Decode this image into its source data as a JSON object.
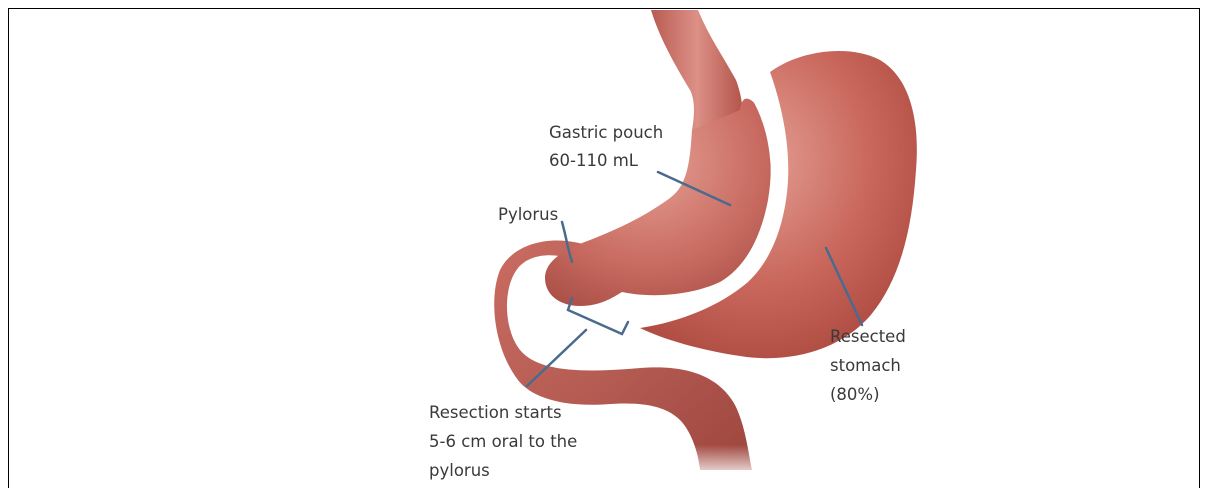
{
  "labels": {
    "gastric_pouch": {
      "line1": "Gastric pouch",
      "line2": "60-110 mL"
    },
    "pylorus": "Pylorus",
    "resected_stomach": {
      "line1": "Resected",
      "line2": "stomach",
      "line3": "(80%)"
    },
    "resection_start": {
      "line1": "Resection starts",
      "line2": "5-6 cm oral to the",
      "line3": "pylorus"
    }
  },
  "colors": {
    "tissue": "#c86a60",
    "tissue_highlight": "#e7a49a",
    "tissue_shadow": "#9f4a42",
    "pointer": "#4a6a8e",
    "frame": "#000000"
  }
}
